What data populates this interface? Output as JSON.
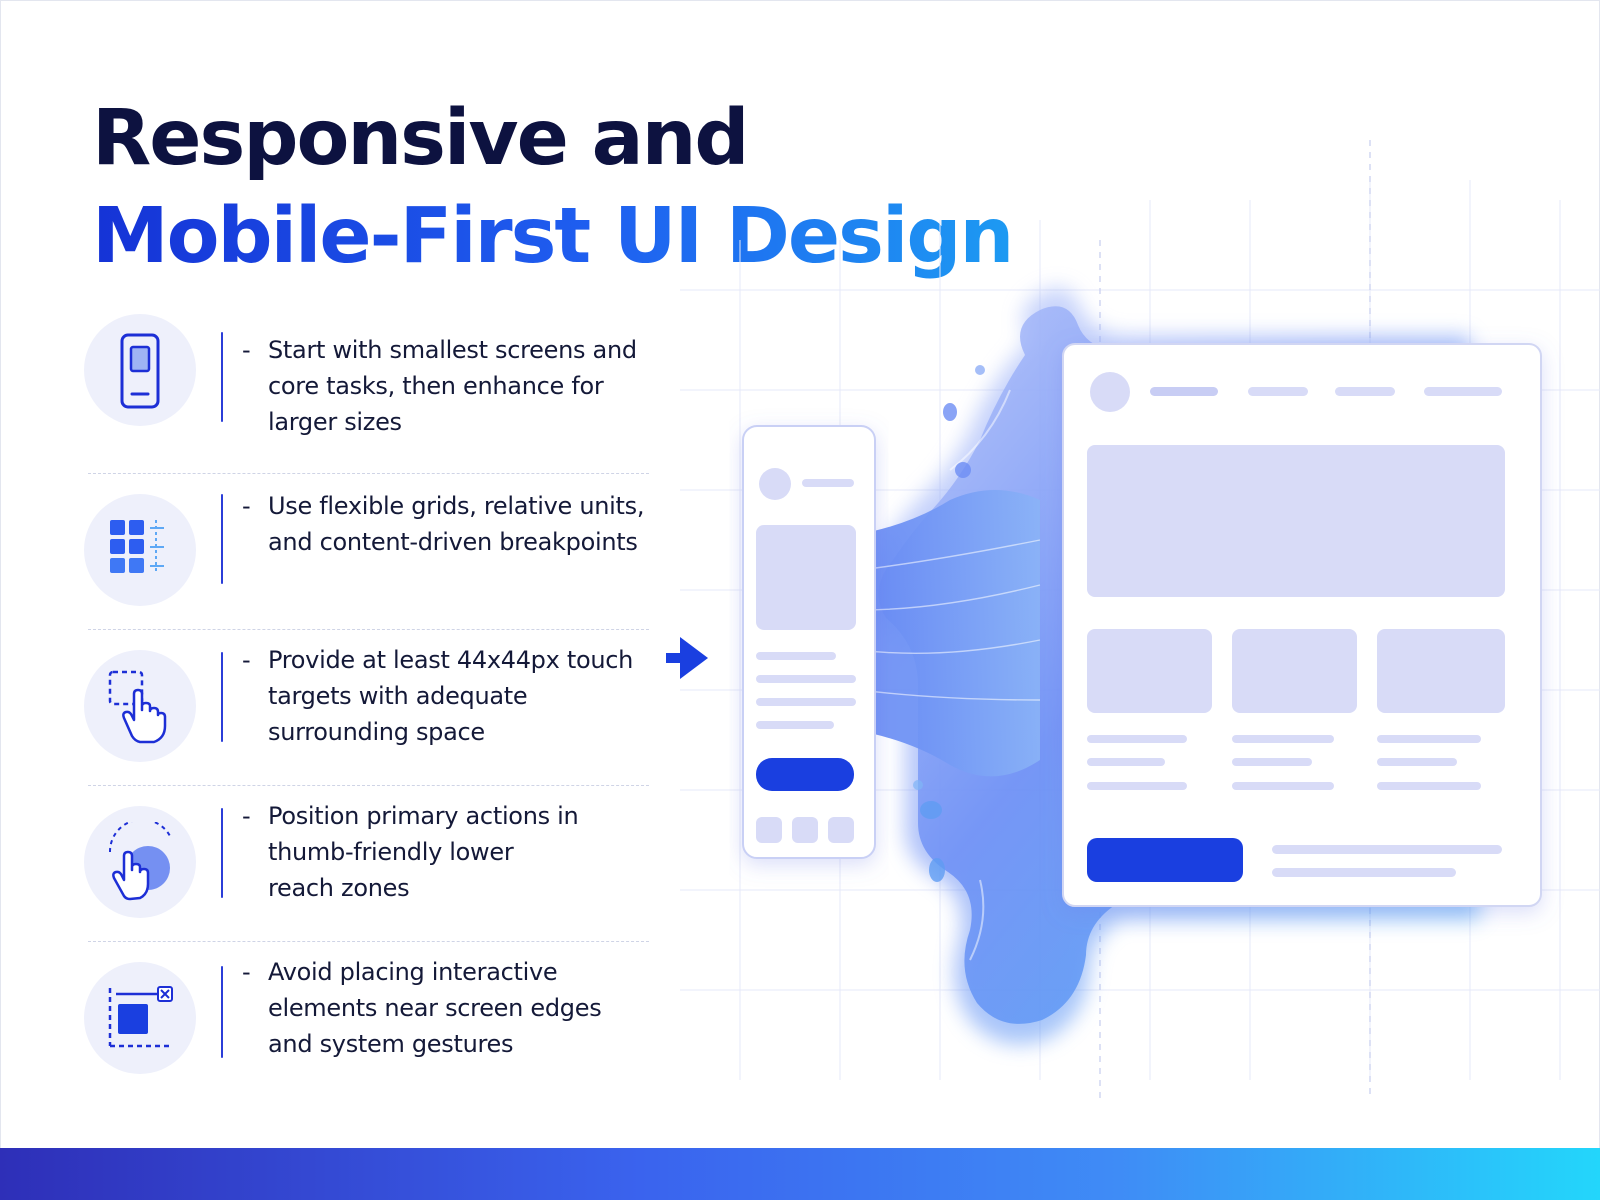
{
  "title": {
    "line1": "Responsive and",
    "line2": "Mobile-First UI Design"
  },
  "items": [
    {
      "icon": "mobile-phone-icon",
      "dash": "-",
      "lines": [
        "Start with smallest screens and",
        "core tasks, then enhance for",
        "larger sizes"
      ]
    },
    {
      "icon": "flexible-grid-icon",
      "dash": "-",
      "lines": [
        "Use flexible grids, relative units,",
        "and content-driven breakpoints"
      ]
    },
    {
      "icon": "touch-target-icon",
      "dash": "-",
      "lines": [
        "Provide at least 44x44px touch",
        "targets with adequate",
        "surrounding space"
      ]
    },
    {
      "icon": "thumb-reach-icon",
      "dash": "-",
      "lines": [
        "Position primary actions in",
        "thumb-friendly lower",
        "reach zones"
      ]
    },
    {
      "icon": "screen-edge-icon",
      "dash": "-",
      "lines": [
        "Avoid placing interactive",
        "elements near screen edges",
        "and system gestures"
      ]
    }
  ],
  "colors": {
    "title_dark": "#0d1240",
    "accent_blue": "#1a3fe0",
    "accent_light": "#1d9af2",
    "wireframe_block": "#d8dbf7",
    "icon_circle": "#eef0fb"
  },
  "illustration": {
    "arrow_icon": "arrow-right-icon",
    "mobile_mockup": "mobile-wireframe",
    "desktop_mockup": "desktop-wireframe"
  }
}
